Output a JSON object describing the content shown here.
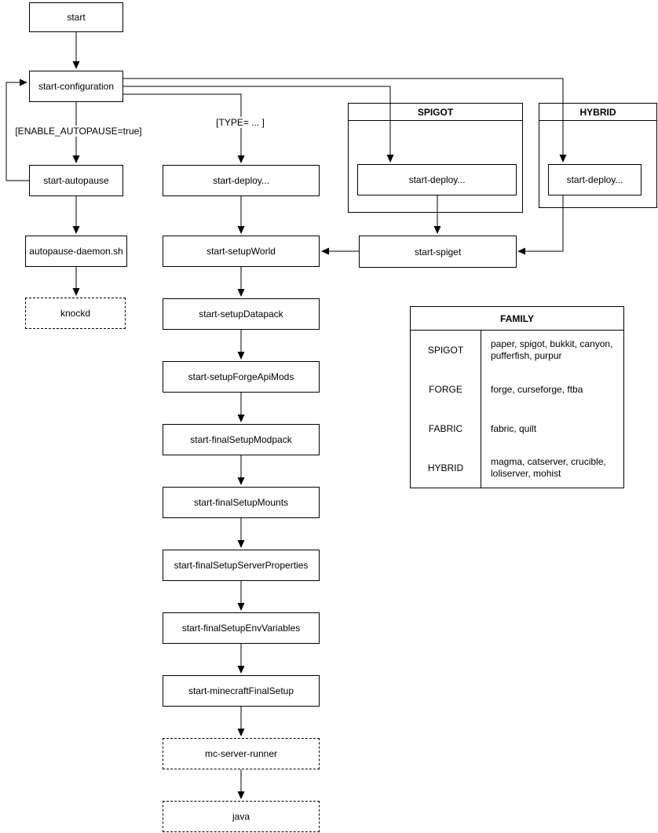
{
  "diagram": {
    "nodes": {
      "start": "start",
      "start_configuration": "start-configuration",
      "start_autopause": "start-autopause",
      "autopause_daemon": "autopause-daemon.sh",
      "knockd": "knockd",
      "start_deploy": "start-deploy...",
      "start_setup_world": "start-setupWorld",
      "start_setup_datapack": "start-setupDatapack",
      "start_setup_forge_api_mods": "start-setupForgeApiMods",
      "start_final_setup_modpack": "start-finalSetupModpack",
      "start_final_setup_mounts": "start-finalSetupMounts",
      "start_final_setup_server_properties": "start-finalSetupServerProperties",
      "start_final_setup_env_variables": "start-finalSetupEnvVariables",
      "start_minecraft_final_setup": "start-minecraftFinalSetup",
      "mc_server_runner": "mc-server-runner",
      "java": "java",
      "start_spiget": "start-spiget"
    },
    "containers": {
      "spigot": {
        "title": "SPIGOT",
        "deploy": "start-deploy..."
      },
      "hybrid": {
        "title": "HYBRID",
        "deploy": "start-deploy..."
      }
    },
    "edge_labels": {
      "enable_autopause": "[ENABLE_AUTOPAUSE=true]",
      "type": "[TYPE= ... ]"
    },
    "family_table": {
      "title": "FAMILY",
      "rows": [
        {
          "family": "SPIGOT",
          "members": "paper, spigot, bukkit, canyon, pufferfish, purpur"
        },
        {
          "family": "FORGE",
          "members": "forge, curseforge, ftba"
        },
        {
          "family": "FABRIC",
          "members": "fabric, quilt"
        },
        {
          "family": "HYBRID",
          "members": "magma, catserver, crucible, loliserver, mohist"
        }
      ]
    },
    "colors": {
      "stroke": "#000000",
      "background": "#ffffff",
      "text": "#000000"
    }
  }
}
